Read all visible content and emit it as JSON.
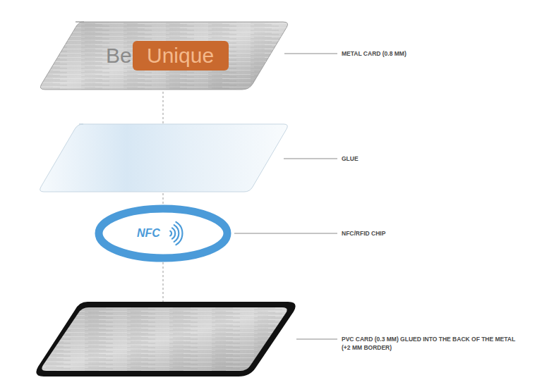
{
  "diagram": {
    "nodes": [
      {
        "text": [
          "Be"
        ]
      },
      {
        "text": [
          "Unique"
        ],
        "in": 0
      },
      {
        "text": [
          "NFC"
        ]
      }
    ],
    "labels": [
      "METAL CARD (0.8 MM)",
      "GLUE",
      "NFC/RFID CHIP",
      "PVC CARD (0.3 MM) GLUED INTO THE BACK OF THE METAL (+2 MM BORDER)"
    ]
  }
}
